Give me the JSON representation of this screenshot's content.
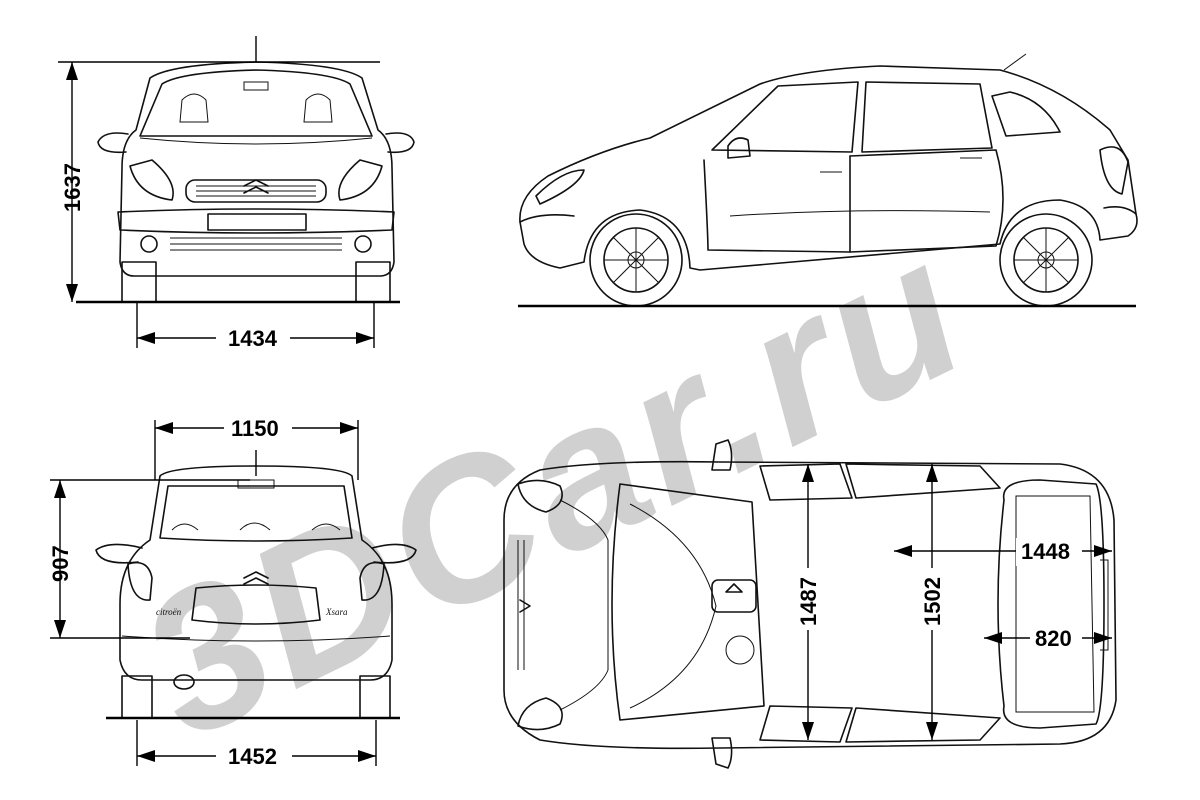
{
  "watermark": {
    "text": "3DCar.ru",
    "color": "#d0d0d0"
  },
  "dimensions": {
    "front_height": "1637",
    "front_track": "1434",
    "rear_roof_width": "1150",
    "rear_height": "907",
    "rear_track": "1452",
    "top_width_front_seat": "1487",
    "top_width_rear_seat": "1502",
    "top_trunk_length": "1448",
    "top_trunk_width": "820"
  },
  "badges": {
    "rear_left": "citroën",
    "rear_right": "Xsara"
  },
  "icons": [
    "car-front-view-icon",
    "car-side-view-icon",
    "car-rear-view-icon",
    "car-top-view-icon"
  ]
}
